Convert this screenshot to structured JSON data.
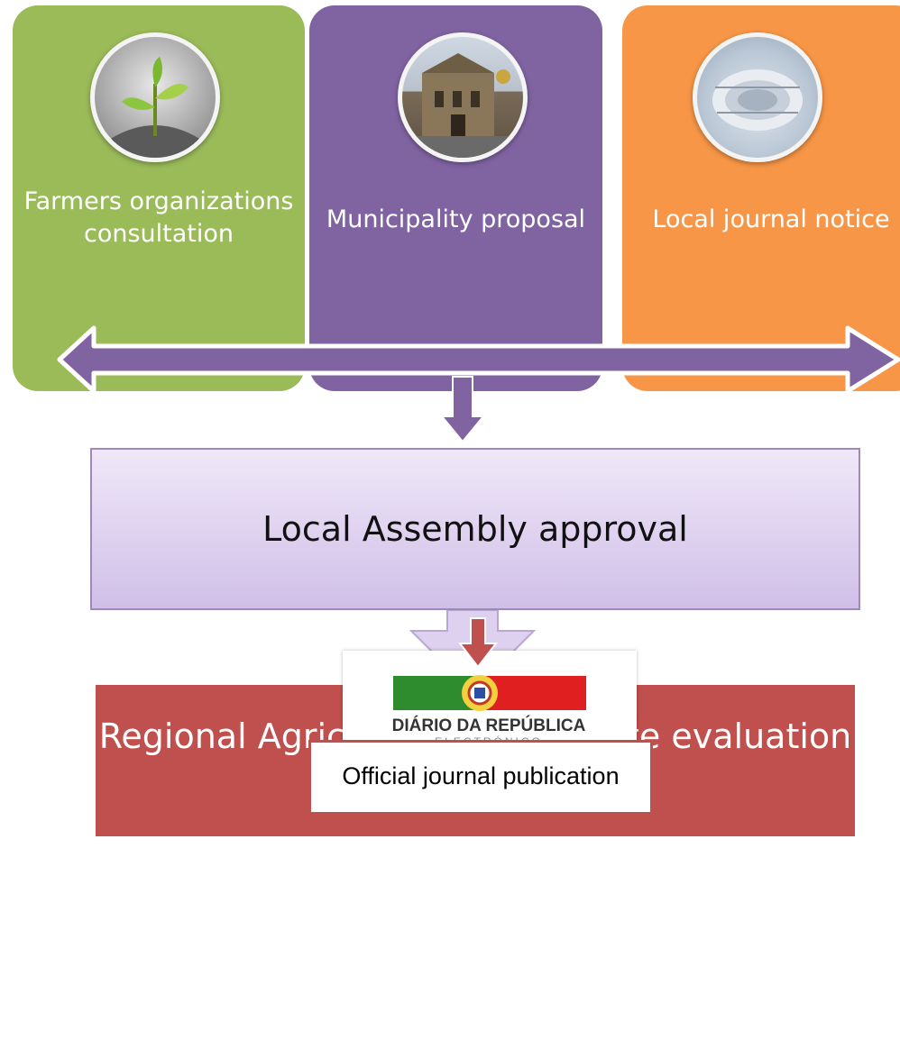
{
  "steps": {
    "farmers": "Farmers organizations consultation",
    "municipality": "Municipality proposal",
    "journal": "Local journal notice"
  },
  "assembly": "Local Assembly approval",
  "directorate": "Regional Agricultural Directorate evaluation",
  "logo": {
    "title": "DIÁRIO DA REPÚBLICA",
    "subtitle": "ELECTRÓNICO"
  },
  "publication": "Official journal publication",
  "colors": {
    "green": "#9bbb59",
    "purple": "#8064a2",
    "orange": "#f79646",
    "red": "#c0504d",
    "lavender": "#d0bfe8"
  }
}
